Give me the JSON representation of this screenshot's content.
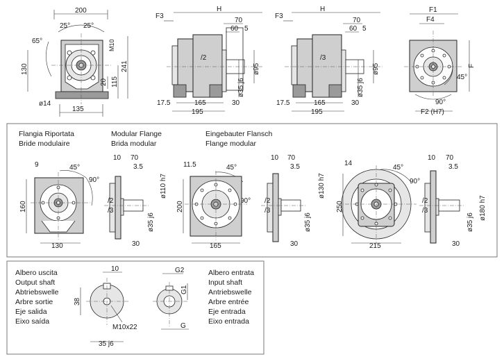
{
  "top": {
    "front": {
      "w200": "200",
      "a25l": "25°",
      "a25r": "25°",
      "a65": "65°",
      "m10": "M10",
      "h130": "130",
      "h241": "241",
      "h20": "20",
      "h115": "115",
      "d14": "ø14",
      "w135": "135"
    },
    "side1": {
      "f3": "F3",
      "H": "H",
      "w70": "70",
      "w60": "60",
      "w5": "5",
      "label": "/2",
      "d95": "ø95",
      "d35": "ø35 j6",
      "w175": "17.5",
      "w165": "165",
      "w195": "195",
      "w30": "30"
    },
    "side2": {
      "f3": "F3",
      "H": "H",
      "w70": "70",
      "w60": "60",
      "w5": "5",
      "label": "/3",
      "d95": "ø95",
      "d35": "ø35 j6",
      "w175": "17.5",
      "w165": "165",
      "w195": "195",
      "w30": "30"
    },
    "rear": {
      "f1": "F1",
      "f4": "F4",
      "f": "F",
      "a45": "45°",
      "a90": "90°",
      "f2": "F2 (H7)"
    }
  },
  "flange": {
    "title_lines": [
      "Flangia Riportata",
      "Bride modulaire"
    ],
    "title2_lines": [
      "Modular Flange",
      "Brida modular"
    ],
    "title3_lines": [
      "Eingebauter Flansch",
      "Flange modular"
    ],
    "f1": {
      "w9": "9",
      "a45": "45°",
      "a90": "90°",
      "h160": "160",
      "w130": "130",
      "w10": "10",
      "w70": "70",
      "w35": "3.5",
      "d110": "ø110 h7",
      "l2": "/2",
      "l3": "/3",
      "d35": "ø35 j6",
      "w30": "30"
    },
    "f2": {
      "w115": "11.5",
      "a45": "45°",
      "a90": "90°",
      "h200": "200",
      "w165": "165",
      "w10": "10",
      "w70": "70",
      "w35": "3.5",
      "d130": "ø130 h7",
      "l2": "/2",
      "l3": "/3",
      "d35": "ø35 j6",
      "w30": "30"
    },
    "f3": {
      "w14": "14",
      "a45": "45°",
      "a90": "90°",
      "h250": "250",
      "w215": "215",
      "w10": "10",
      "w70": "70",
      "w35": "3.5",
      "d180": "ø180 h7",
      "l2": "/2",
      "l3": "/3",
      "d35": "ø35 j6",
      "w30": "30"
    }
  },
  "shafts": {
    "out_lines": [
      "Albero uscita",
      "Output shaft",
      "Abtriebswelle",
      "Arbre sortie",
      "Eje salida",
      "Eixo saída"
    ],
    "in_lines": [
      "Albero entrata",
      "Input shaft",
      "Antriebswelle",
      "Arbre entrée",
      "Eje entrada",
      "Eixo entrada"
    ],
    "w10": "10",
    "h38": "38",
    "m10x22": "M10x22",
    "d35": "35 j6",
    "g2": "G2",
    "g1": "G1",
    "g": "G"
  }
}
